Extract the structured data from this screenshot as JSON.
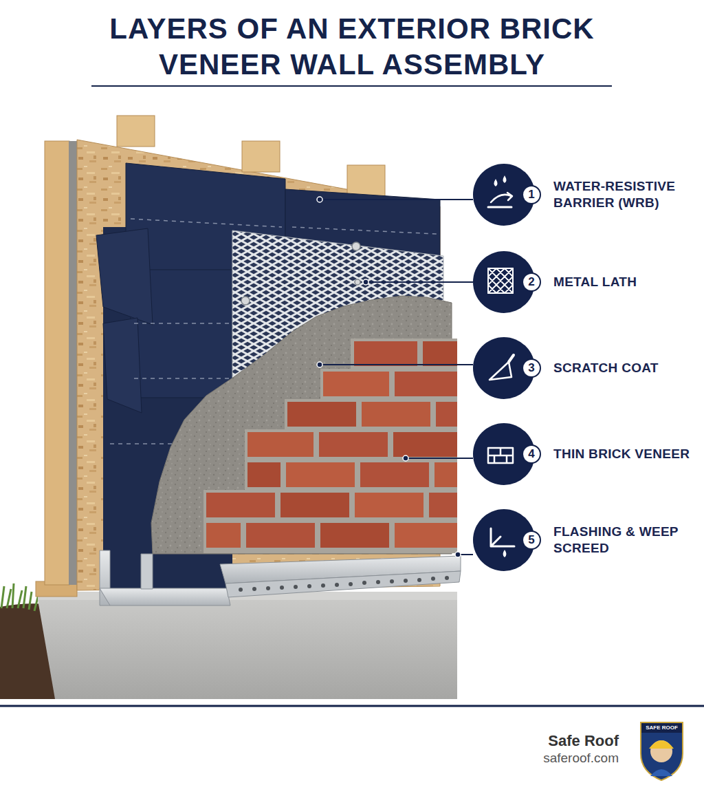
{
  "diagram": {
    "title": "LAYERS OF AN EXTERIOR BRICK VENEER WALL ASSEMBLY",
    "nodes": [
      {
        "text": [
          "1",
          "WATER-RESISTIVE BARRIER (WRB)"
        ]
      },
      {
        "text": [
          "2",
          "METAL LATH"
        ]
      },
      {
        "text": [
          "3",
          "SCRATCH COAT"
        ]
      },
      {
        "text": [
          "4",
          "THIN BRICK VENEER"
        ]
      },
      {
        "text": [
          "5",
          "FLASHING & WEEP SCREED"
        ]
      }
    ],
    "labels": [
      "Safe Roof",
      "saferoof.com",
      "SAFE ROOF"
    ]
  }
}
